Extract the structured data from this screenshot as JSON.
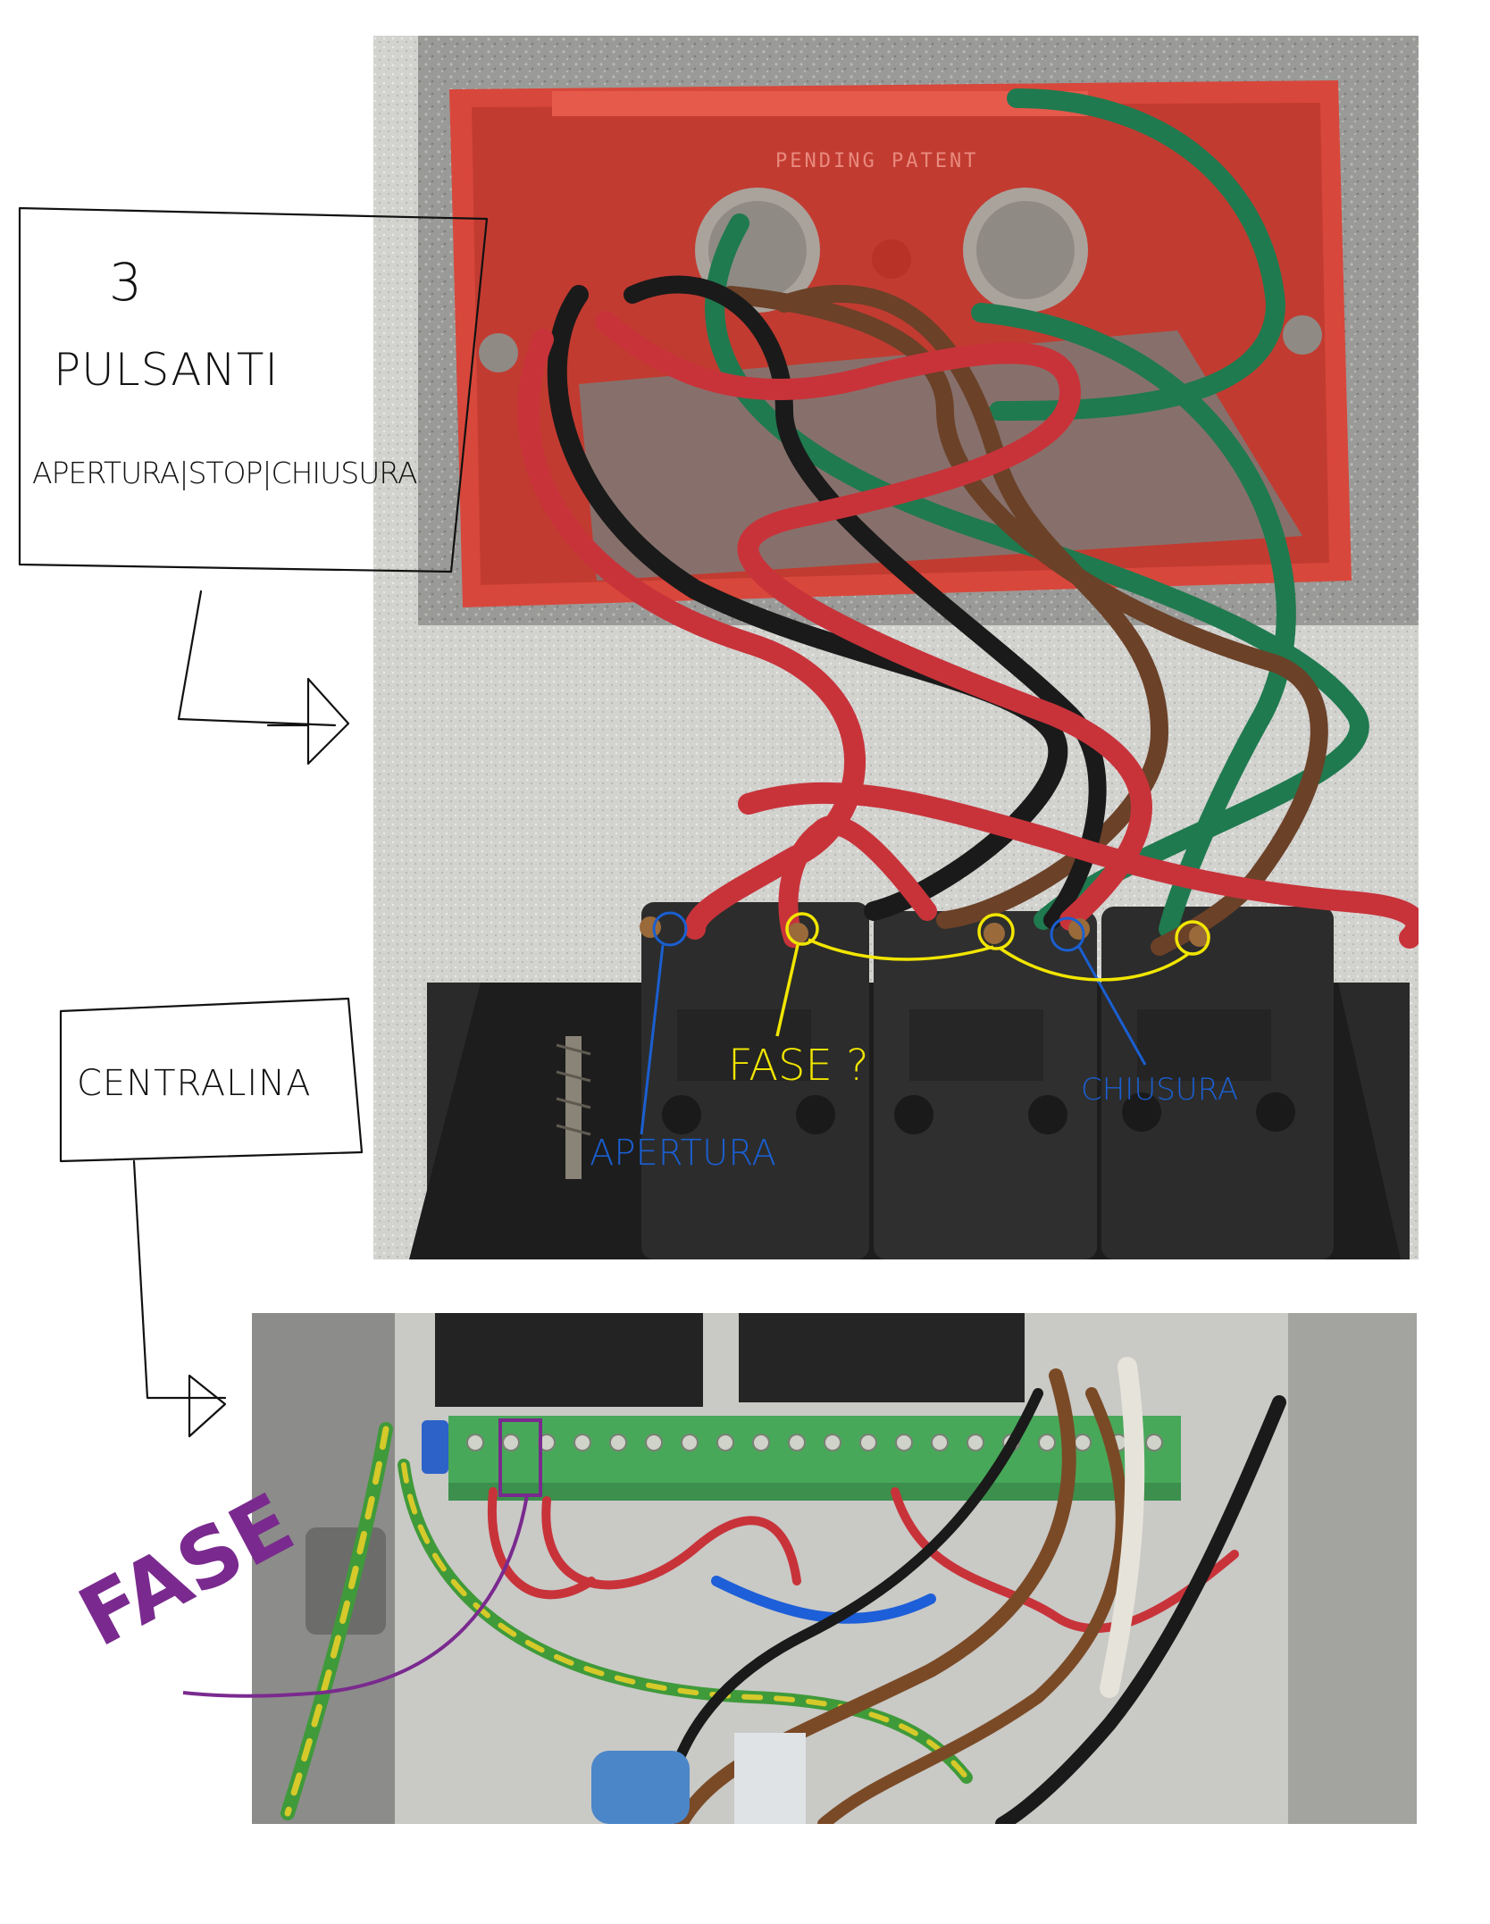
{
  "annotations": {
    "top_box_number": "3",
    "top_box_title": "PULSANTI",
    "top_box_subtitle": "APERTURA|STOP|CHIUSURA",
    "fase_question": "FASE ?",
    "apertura_label": "APERTURA",
    "chiusura_label": "CHIUSURA",
    "centralina_label": "CENTRALINA",
    "fase_label": "FASE",
    "box_stamp": "PENDING PATENT"
  },
  "colors": {
    "apertura_chiusura_marker": "#1a5fd1",
    "fase_marker_yellow": "#f2e600",
    "fase_marker_purple": "#7a2a8e",
    "junction_box": "#e0483a",
    "wire_red": "#c8333a",
    "wire_green": "#1f7a4f",
    "wire_brown": "#6b4128",
    "wire_black": "#1a1a1a",
    "terminal_green": "#48a85a"
  }
}
